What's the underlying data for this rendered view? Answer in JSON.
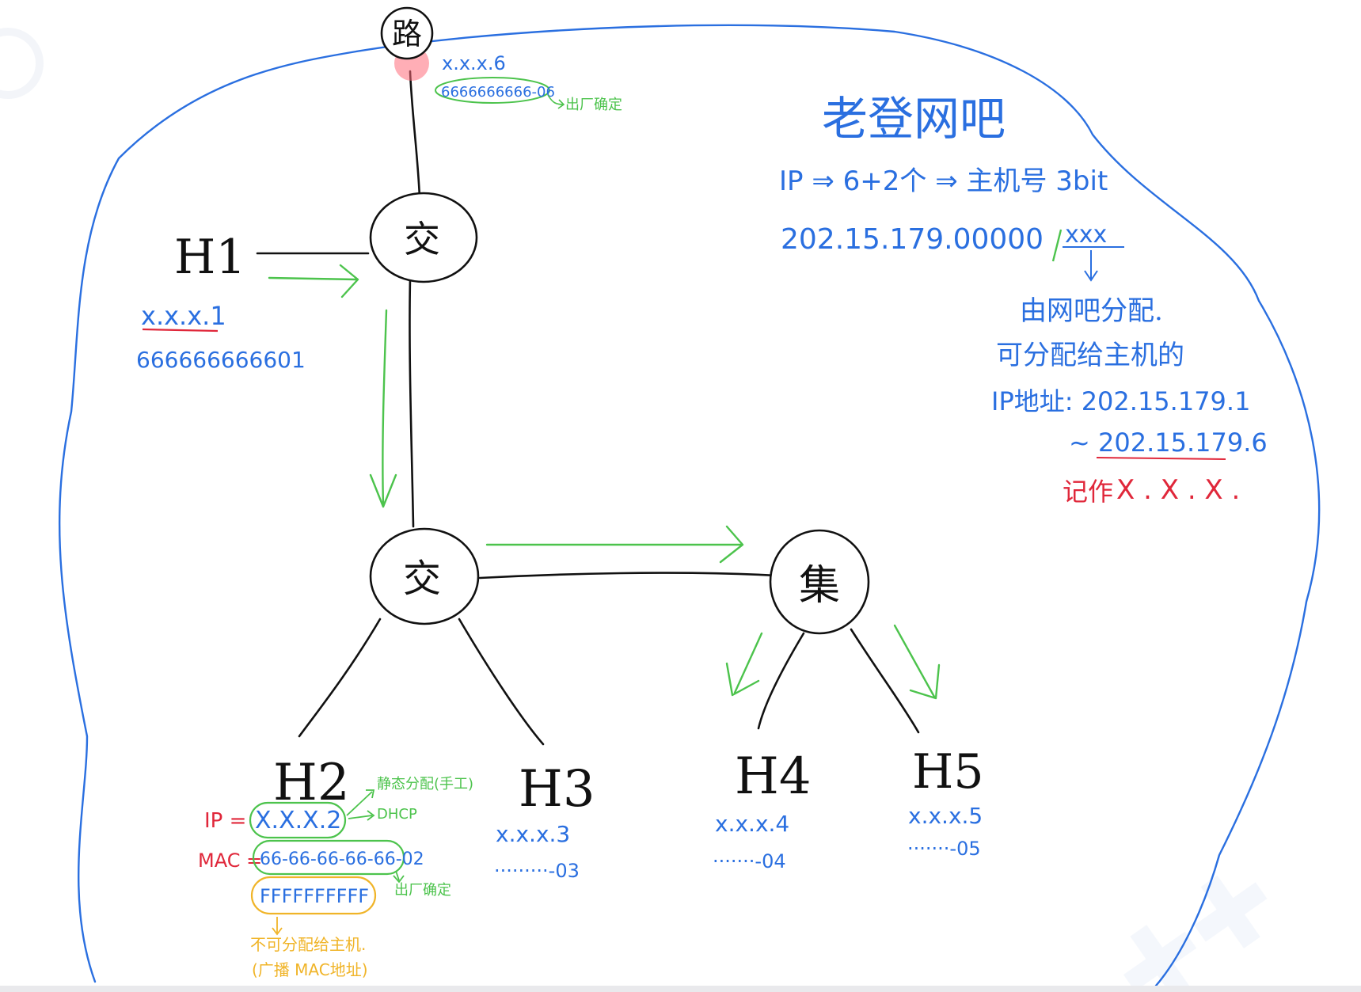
{
  "colors": {
    "ink": "#111111",
    "blue": "#2a6fe0",
    "green": "#4cc34c",
    "red": "#e0273a",
    "orange": "#f0b428",
    "watermark": "#e8eef8"
  },
  "nodes": {
    "router": "路",
    "switch_top": "交",
    "switch_mid": "交",
    "hub": "集"
  },
  "router_info": {
    "ip": "x.x.x.6",
    "mac": "6666666666-06",
    "note": "出厂确定"
  },
  "hosts": {
    "h1": {
      "name": "H1",
      "ip": "x.x.x.1",
      "mac": "666666666601"
    },
    "h2": {
      "name": "H2",
      "ip_label": "IP =",
      "ip": "X.X.X.2",
      "mac_label": "MAC =",
      "mac": "66-66-66-66-66-02",
      "broadcast": "FFFFFFFFFF",
      "ip_note_static": "静态分配(手工)",
      "ip_note_dhcp": "DHCP",
      "mac_note": "出厂确定",
      "broadcast_note_1": "不可分配给主机.",
      "broadcast_note_2": "(广播 MAC地址)"
    },
    "h3": {
      "name": "H3",
      "ip": "x.x.x.3",
      "mac": "·········-03"
    },
    "h4": {
      "name": "H4",
      "ip": "x.x.x.4",
      "mac": "·······-04"
    },
    "h5": {
      "name": "H5",
      "ip": "x.x.x.5",
      "mac": "·······-05"
    }
  },
  "notes": {
    "title": "老登网吧",
    "line1": "IP ⇒ 6+2个 ⇒ 主机号 3bit",
    "line2_prefix": "202.15.179.00000",
    "line2_suffix": "xxx",
    "line3": "由网吧分配.",
    "line4": "可分配给主机的",
    "line5": "IP地址: 202.15.179.1",
    "line6": "~ 202.15.179.6",
    "line7_red": "记作",
    "line7_xxx": "X . X . X ."
  }
}
